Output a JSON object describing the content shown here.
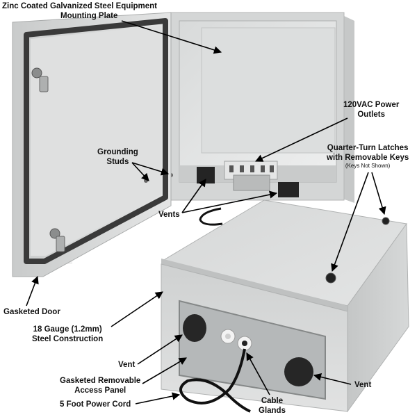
{
  "labels": {
    "mounting_plate": {
      "line1": "Zinc Coated Galvanized Steel Equipment",
      "line2": "Mounting Plate"
    },
    "power_outlets": {
      "line1": "120VAC Power",
      "line2": "Outlets"
    },
    "latches": {
      "line1": "Quarter-Turn Latches",
      "line2": "with Removable Keys",
      "note": "(Keys Not Shown)"
    },
    "grounding": {
      "line1": "Grounding",
      "line2": "Studs"
    },
    "vents_top": "Vents",
    "gasketed_door": "Gasketed Door",
    "steel": {
      "line1": "18 Gauge (1.2mm)",
      "line2": "Steel Construction"
    },
    "vent_left": "Vent",
    "access_panel": {
      "line1": "Gasketed Removable",
      "line2": "Access Panel"
    },
    "power_cord": "5 Foot Power Cord",
    "vent_right": "Vent",
    "cable_glands": {
      "line1": "Cable",
      "line2": "Glands"
    }
  },
  "colors": {
    "enclosure": "#d9dbdb",
    "enclosure_shade": "#bfc1c1",
    "interior": "#e6e7e7",
    "gasket": "#3a3a3a",
    "vent": "#2a2a2a",
    "panel": "#b9bcbd",
    "arrow": "#000000",
    "watermark": "#e9e9e9"
  }
}
